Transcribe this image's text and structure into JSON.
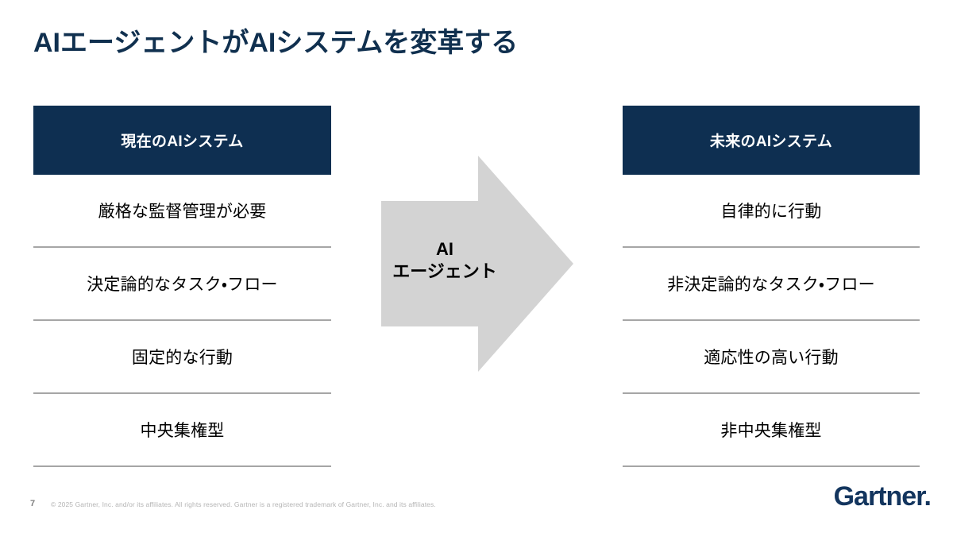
{
  "slide": {
    "title": "AIエージェントがAIシステムを変革する",
    "page_number": "7",
    "copyright": "© 2025 Gartner, Inc. and/or its affiliates. All rights reserved. Gartner is a registered trademark of Gartner, Inc. and its affiliates.",
    "logo": "Gartner."
  },
  "colors": {
    "header_navy": "#0e2f51",
    "title_navy": "#10304f",
    "arrow_gray": "#d3d3d3",
    "divider_gray": "#a6a6a6",
    "logo_navy": "#13355e"
  },
  "columns": {
    "left": {
      "header": "現在のAIシステム",
      "items": [
        "厳格な監督管理が必要",
        "決定論的なタスク・フロー",
        "固定的な行動",
        "中央集権型"
      ]
    },
    "right": {
      "header": "未来のAIシステム",
      "items": [
        "自律的に行動",
        "非決定論的なタスク・フロー",
        "適応性の高い行動",
        "非中央集権型"
      ]
    }
  },
  "arrow": {
    "label_line1": "AI",
    "label_line2": "エージェント"
  }
}
